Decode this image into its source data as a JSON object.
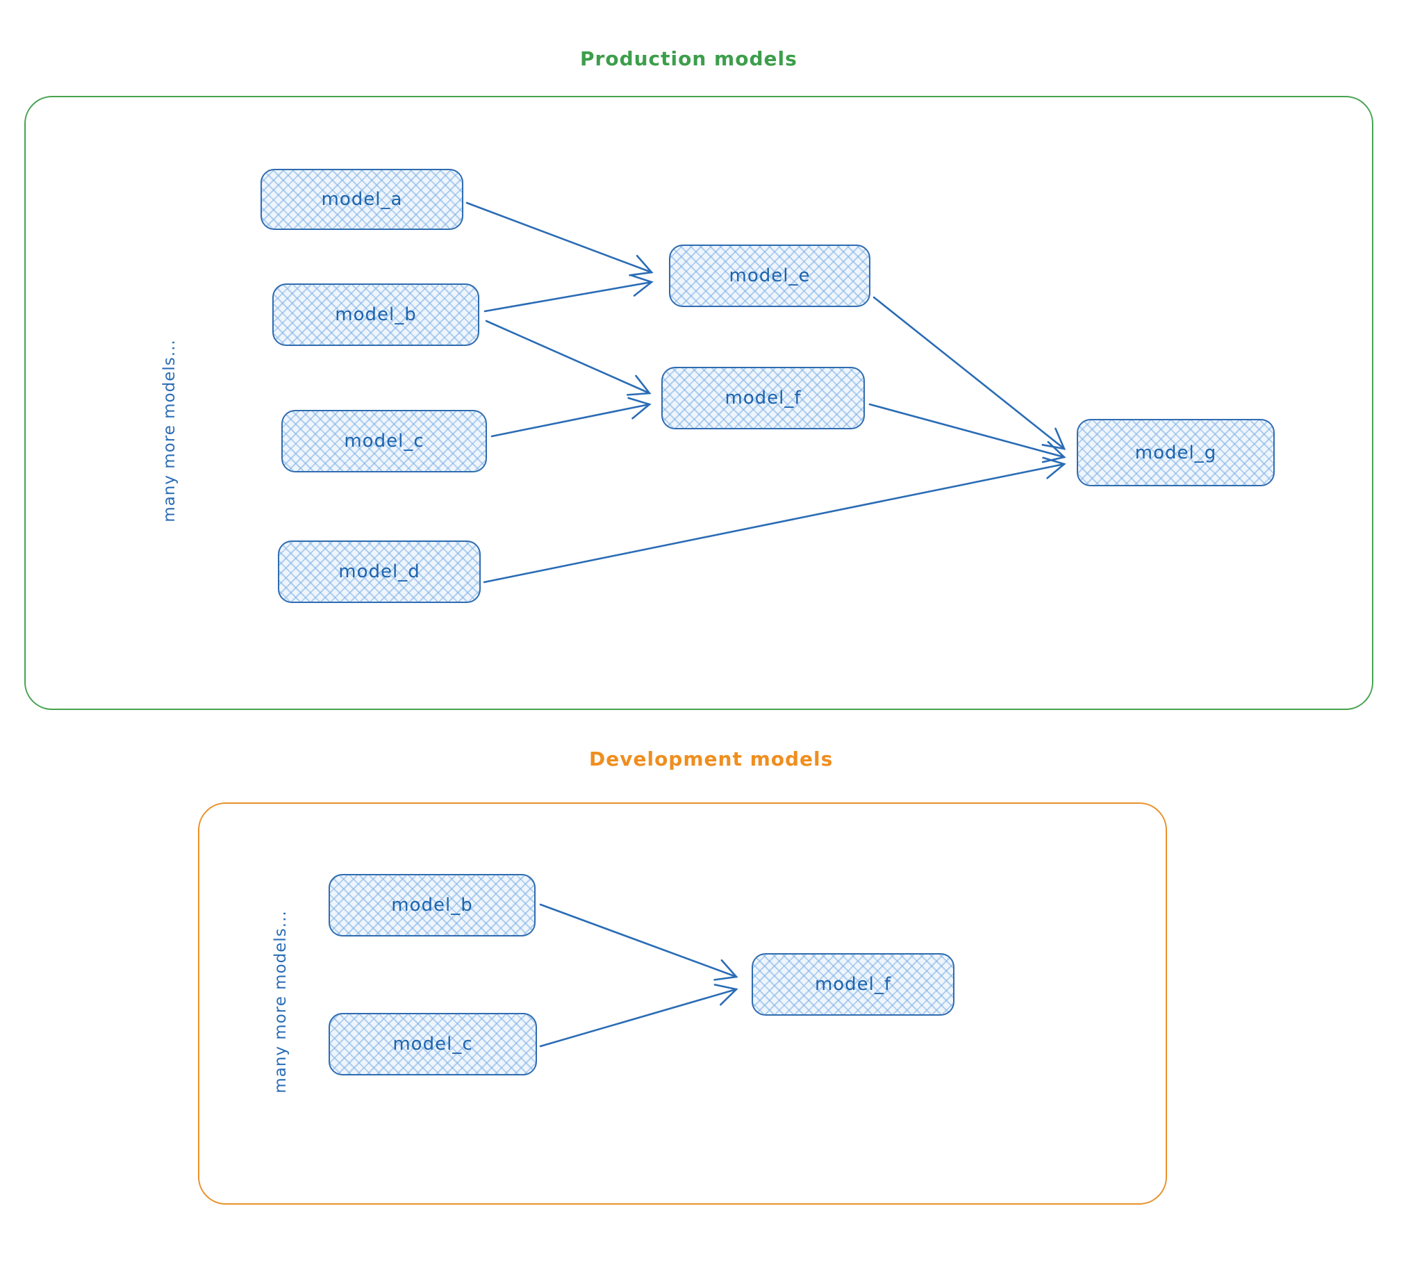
{
  "sections": {
    "production": {
      "title": "Production models",
      "side_label": "many more models...",
      "nodes": [
        {
          "id": "prod_a",
          "label": "model_a"
        },
        {
          "id": "prod_b",
          "label": "model_b"
        },
        {
          "id": "prod_c",
          "label": "model_c"
        },
        {
          "id": "prod_d",
          "label": "model_d"
        },
        {
          "id": "prod_e",
          "label": "model_e"
        },
        {
          "id": "prod_f",
          "label": "model_f"
        },
        {
          "id": "prod_g",
          "label": "model_g"
        }
      ],
      "edges": [
        {
          "from": "model_a",
          "to": "model_e"
        },
        {
          "from": "model_b",
          "to": "model_e"
        },
        {
          "from": "model_b",
          "to": "model_f"
        },
        {
          "from": "model_c",
          "to": "model_f"
        },
        {
          "from": "model_e",
          "to": "model_g"
        },
        {
          "from": "model_f",
          "to": "model_g"
        },
        {
          "from": "model_d",
          "to": "model_g"
        }
      ]
    },
    "development": {
      "title": "Development models",
      "side_label": "many more models...",
      "nodes": [
        {
          "id": "dev_b",
          "label": "model_b"
        },
        {
          "id": "dev_c",
          "label": "model_c"
        },
        {
          "id": "dev_f",
          "label": "model_f"
        }
      ],
      "edges": [
        {
          "from": "model_b",
          "to": "model_f"
        },
        {
          "from": "model_c",
          "to": "model_f"
        }
      ]
    }
  },
  "colors": {
    "production_accent": "#3d9e4b",
    "development_accent": "#ef8e1f",
    "node_stroke": "#2f6cb0",
    "node_fill_base": "#eef5fc",
    "node_text": "#1d64ad",
    "arrow": "#2a6cb5"
  }
}
